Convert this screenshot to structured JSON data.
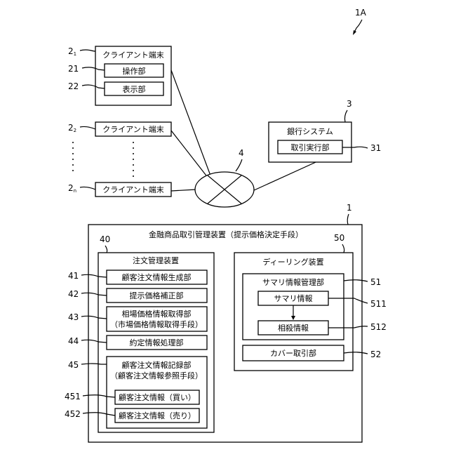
{
  "figure": {
    "id": "1A",
    "clients": [
      {
        "label": "クライアント端末",
        "ref_main": "2",
        "ref_sub": "1",
        "parts": [
          {
            "ref": "21",
            "label": "操作部"
          },
          {
            "ref": "22",
            "label": "表示部"
          }
        ]
      },
      {
        "label": "クライアント端末",
        "ref_main": "2",
        "ref_sub": "2"
      },
      {
        "label": "クライアント端末",
        "ref_main": "2",
        "ref_sub": "n"
      }
    ],
    "network_ref": "4",
    "bank": {
      "ref": "3",
      "title": "銀行システム",
      "part": {
        "ref": "31",
        "label": "取引実行部"
      }
    },
    "device": {
      "ref": "1",
      "title": "金融商品取引管理装置（提示価格決定手段）"
    },
    "order_mgmt": {
      "ref": "40",
      "title": "注文管理装置",
      "items": [
        {
          "ref": "41",
          "lines": [
            "顧客注文情報生成部"
          ]
        },
        {
          "ref": "42",
          "lines": [
            "提示価格補正部"
          ]
        },
        {
          "ref": "43",
          "lines": [
            "相場価格情報取得部",
            "（市場価格情報取得手段）"
          ]
        },
        {
          "ref": "44",
          "lines": [
            "約定情報処理部"
          ]
        }
      ],
      "record": {
        "ref": "45",
        "lines": [
          "顧客注文情報記録部",
          "（顧客注文情報参照手段）"
        ],
        "items": [
          {
            "ref": "451",
            "label": "顧客注文情報（買い）"
          },
          {
            "ref": "452",
            "label": "顧客注文情報（売り）"
          }
        ]
      }
    },
    "dealing": {
      "ref": "50",
      "title": "ディーリング装置",
      "summary_mgmt": {
        "ref": "51",
        "title": "サマリ情報管理部",
        "items": [
          {
            "ref": "511",
            "label": "サマリ情報"
          },
          {
            "ref": "512",
            "label": "相殺情報"
          }
        ]
      },
      "cover": {
        "ref": "52",
        "label": "カバー取引部"
      }
    }
  }
}
